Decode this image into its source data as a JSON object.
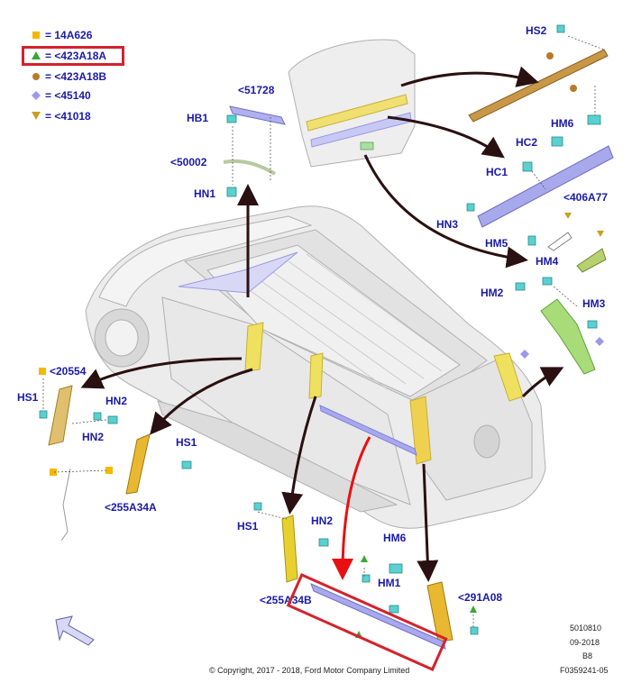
{
  "legend": [
    {
      "symbol": "square",
      "color": "#f5b800",
      "text": "= 14A626"
    },
    {
      "symbol": "triangle",
      "color": "#3aa63a",
      "text": "= <423A18A"
    },
    {
      "symbol": "circle",
      "color": "#b87a2a",
      "text": "= <423A18B"
    },
    {
      "symbol": "diamond",
      "color": "#9a9ae8",
      "text": "= <45140"
    },
    {
      "symbol": "triangle-down",
      "color": "#c8a020",
      "text": "= <41018"
    }
  ],
  "labels": {
    "hs2": "HS2",
    "p51728": "<51728",
    "hb1": "HB1",
    "p50002": "<50002",
    "hn1": "HN1",
    "hm6_top": "HM6",
    "hc2": "HC2",
    "hc1": "HC1",
    "p406a77": "<406A77",
    "hn3": "HN3",
    "hm5": "HM5",
    "hm4": "HM4",
    "hm2": "HM2",
    "hm3": "HM3",
    "p20554": "<20554",
    "hs1_left": "HS1",
    "hn2_left": "HN2",
    "hn2_left2": "HN2",
    "hs1_mid": "HS1",
    "p255a34a": "<255A34A",
    "hs1_bottom": "HS1",
    "hn2_bottom": "HN2",
    "hm6_bottom": "HM6",
    "hm1": "HM1",
    "p255a34b": "<255A34B",
    "p291a08": "<291A08"
  },
  "footer": {
    "copyright": "© Copyright, 2017 - 2018, Ford Motor Company Limited",
    "code1": "5010810",
    "date": "09-2018",
    "code2": "B8",
    "code3": "F0359241-05"
  },
  "colors": {
    "label": "#1a1aa8",
    "highlight": "#d3232b",
    "arrow_dark": "#2a1010",
    "arrow_red": "#e81010",
    "part_yellow": "#e8d040",
    "part_lilac": "#a0a0e8",
    "part_tan": "#c89848",
    "clip_cyan": "#5ad0d0"
  }
}
